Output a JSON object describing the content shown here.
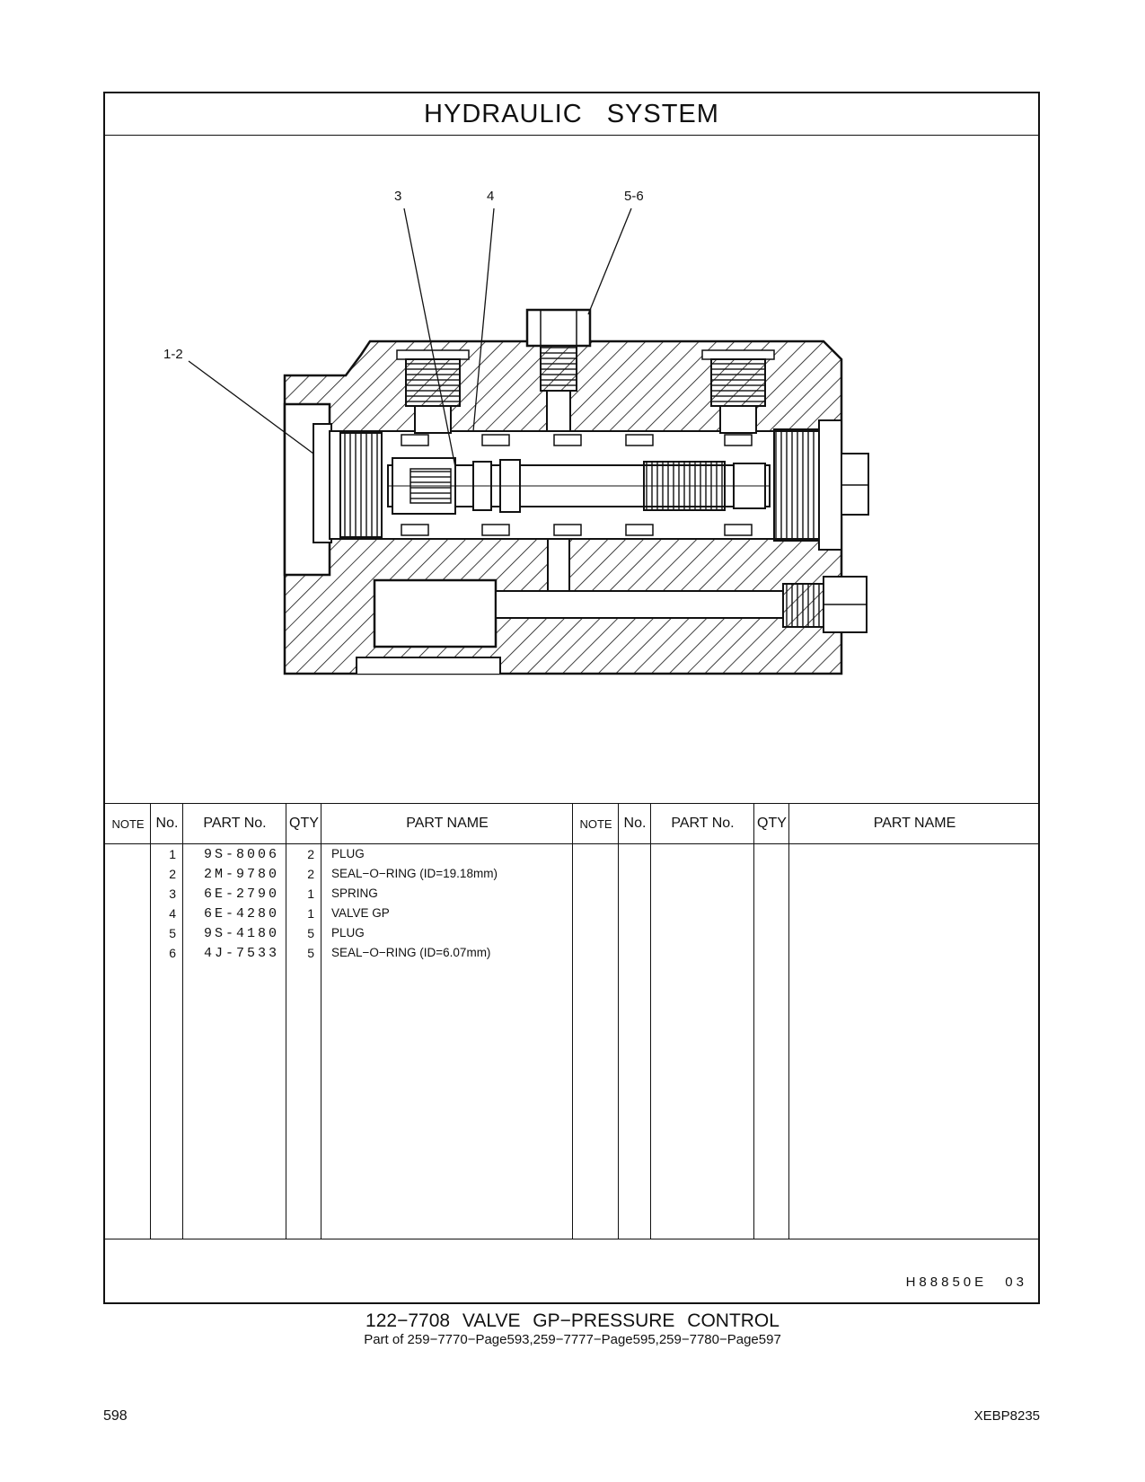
{
  "header": {
    "title": "HYDRAULIC   SYSTEM"
  },
  "diagram": {
    "callouts": [
      "3",
      "4",
      "5-6",
      "1-2"
    ]
  },
  "table": {
    "headers": [
      "NOTE",
      "No.",
      "PART No.",
      "QTY",
      "PART NAME",
      "NOTE",
      "No.",
      "PART No.",
      "QTY",
      "PART NAME"
    ],
    "rows": [
      {
        "no": "1",
        "part_no": "9S-8006",
        "qty": "2",
        "name": "PLUG"
      },
      {
        "no": "2",
        "part_no": "2M-9780",
        "qty": "2",
        "name": "SEAL−O−RING (ID=19.18mm)"
      },
      {
        "no": "3",
        "part_no": "6E-2790",
        "qty": "1",
        "name": "SPRING"
      },
      {
        "no": "4",
        "part_no": "6E-4280",
        "qty": "1",
        "name": "VALVE  GP"
      },
      {
        "no": "5",
        "part_no": "9S-4180",
        "qty": "5",
        "name": "PLUG"
      },
      {
        "no": "6",
        "part_no": "4J-7533",
        "qty": "5",
        "name": "SEAL−O−RING (ID=6.07mm)"
      }
    ],
    "code": "H88850E   03"
  },
  "caption": {
    "line1": "122−7708  VALVE  GP−PRESSURE  CONTROL",
    "line2": "Part of 259−7770−Page593,259−7777−Page595,259−7780−Page597"
  },
  "footer": {
    "page": "598",
    "doc_id": "XEBP8235"
  }
}
